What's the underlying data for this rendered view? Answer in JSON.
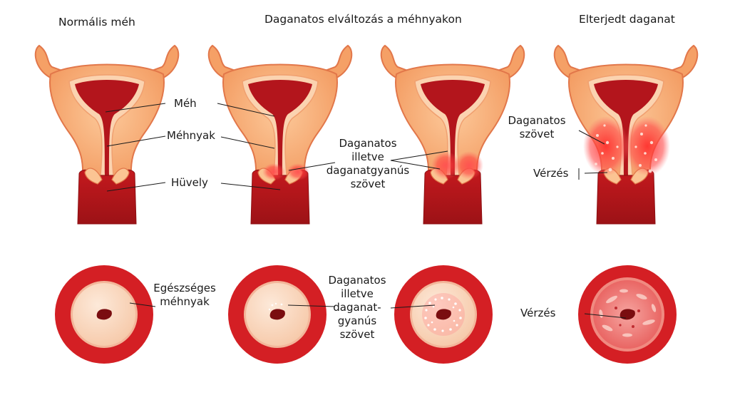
{
  "headers": {
    "normal": "Normális méh",
    "cervical": "Daganatos elváltozás a méhnyakon",
    "spread": "Elterjedt daganat"
  },
  "labels": {
    "meh": "Méh",
    "mehnyak": "Méhnyak",
    "huvely": "Hüvely",
    "daganatos_illetve": [
      "Daganatos",
      "illetve",
      "daganatgyanús",
      "szövet"
    ],
    "daganatos_szovet": [
      "Daganatos",
      "szövet"
    ],
    "verzes_top": "Vérzés",
    "egeszseges": [
      "Egészséges",
      "méhnyak"
    ],
    "daganatos_bottom": [
      "Daganatos",
      "illetve",
      "daganat-",
      "gyanús",
      "szövet"
    ],
    "verzes_bottom": "Vérzés"
  },
  "colors": {
    "outline": "#e2774a",
    "tissue": "#f7a971",
    "tissue_light": "#fbc493",
    "cavity": "#b3151c",
    "wall": "#d02d30",
    "ring_outer": "#d41f24",
    "ring_inner": "#f4c7a8",
    "cervix_face": "#fbe0cb",
    "os": "#7a0d10",
    "lesion": "#ff3a3a"
  }
}
